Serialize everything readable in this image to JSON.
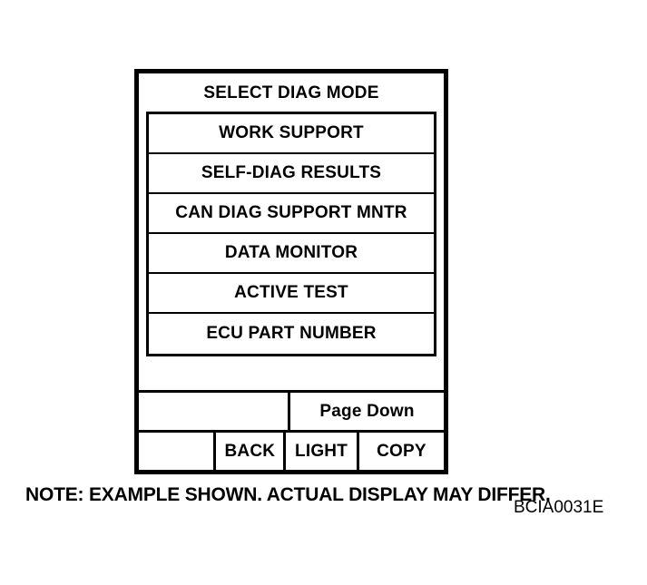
{
  "figure": {
    "code": "BCIA0031E",
    "note": "NOTE: EXAMPLE SHOWN. ACTUAL DISPLAY MAY DIFFER.",
    "background_color": "#ffffff",
    "line_color": "#000000"
  },
  "screen": {
    "title": "SELECT DIAG MODE",
    "menu_items": [
      {
        "label": "WORK SUPPORT"
      },
      {
        "label": "SELF-DIAG RESULTS"
      },
      {
        "label": "CAN DIAG SUPPORT MNTR"
      },
      {
        "label": "DATA MONITOR"
      },
      {
        "label": "ACTIVE TEST"
      },
      {
        "label": "ECU PART NUMBER"
      }
    ],
    "softkeys": {
      "row_page": [
        {
          "label": "",
          "name": "blank"
        },
        {
          "label": "Page Down",
          "name": "page-down"
        }
      ],
      "row_keys": [
        {
          "label": "",
          "name": "blank"
        },
        {
          "label": "BACK",
          "name": "back"
        },
        {
          "label": "LIGHT",
          "name": "light"
        },
        {
          "label": "COPY",
          "name": "copy"
        }
      ]
    }
  }
}
